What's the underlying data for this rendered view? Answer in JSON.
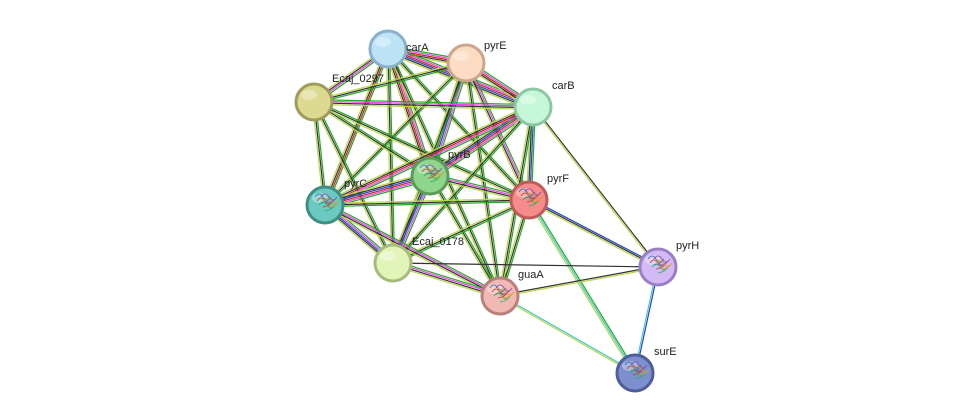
{
  "nodes": [
    {
      "id": "carA",
      "label": "carA",
      "fill": "#bde3f7",
      "stroke": "#8ab2cc",
      "structure": false
    },
    {
      "id": "pyrE",
      "label": "pyrE",
      "fill": "#fcdcc2",
      "stroke": "#caa68c",
      "structure": false
    },
    {
      "id": "Ecaj_0297",
      "label": "Ecaj_0297",
      "fill": "#dcd990",
      "stroke": "#9f9b5a",
      "structure": false
    },
    {
      "id": "carB",
      "label": "carB",
      "fill": "#c5f7d8",
      "stroke": "#8fc6a3",
      "structure": false
    },
    {
      "id": "pyrB",
      "label": "pyrB",
      "fill": "#8fd68c",
      "stroke": "#5b9c58",
      "structure": true
    },
    {
      "id": "pyrF",
      "label": "pyrF",
      "fill": "#f58b8b",
      "stroke": "#c05a5a",
      "structure": true
    },
    {
      "id": "pyrC",
      "label": "pyrC",
      "fill": "#6cc9c0",
      "stroke": "#3e8e86",
      "structure": true
    },
    {
      "id": "Ecaj_0178",
      "label": "Ecaj_0178",
      "fill": "#e2f5b8",
      "stroke": "#a6bc7a",
      "structure": false
    },
    {
      "id": "guaA",
      "label": "guaA",
      "fill": "#f1b9b4",
      "stroke": "#b9807a",
      "structure": true
    },
    {
      "id": "pyrH",
      "label": "pyrH",
      "fill": "#d4baf5",
      "stroke": "#9b7fc4",
      "structure": true
    },
    {
      "id": "surE",
      "label": "surE",
      "fill": "#7e8fd0",
      "stroke": "#4f5d99",
      "structure": true
    }
  ],
  "edges": [
    {
      "a": "carA",
      "b": "pyrE",
      "colors": [
        "#22aa22",
        "#ee44ee",
        "#cc2222",
        "#333333",
        "#b8d84a"
      ]
    },
    {
      "a": "carA",
      "b": "Ecaj_0297",
      "colors": [
        "#22aa22",
        "#ee44ee",
        "#333333",
        "#b8d84a"
      ]
    },
    {
      "a": "carA",
      "b": "carB",
      "colors": [
        "#22aa22",
        "#ee44ee",
        "#cc2222",
        "#2244cc",
        "#333333",
        "#b8d84a"
      ]
    },
    {
      "a": "carA",
      "b": "pyrB",
      "colors": [
        "#22aa22",
        "#ee44ee",
        "#cc2222",
        "#333333",
        "#b8d84a"
      ]
    },
    {
      "a": "carA",
      "b": "pyrF",
      "colors": [
        "#22aa22",
        "#333333",
        "#b8d84a"
      ]
    },
    {
      "a": "carA",
      "b": "pyrC",
      "colors": [
        "#22aa22",
        "#cc2222",
        "#333333",
        "#b8d84a"
      ]
    },
    {
      "a": "carA",
      "b": "Ecaj_0178",
      "colors": [
        "#22aa22",
        "#333333",
        "#b8d84a"
      ]
    },
    {
      "a": "carA",
      "b": "guaA",
      "colors": [
        "#22aa22",
        "#333333",
        "#b8d84a"
      ]
    },
    {
      "a": "pyrE",
      "b": "Ecaj_0297",
      "colors": [
        "#22aa22",
        "#333333",
        "#b8d84a"
      ]
    },
    {
      "a": "pyrE",
      "b": "carB",
      "colors": [
        "#22aa22",
        "#ee44ee",
        "#cc2222",
        "#333333",
        "#b8d84a"
      ]
    },
    {
      "a": "pyrE",
      "b": "pyrB",
      "colors": [
        "#22aa22",
        "#ee44ee",
        "#2244cc",
        "#333333",
        "#b8d84a"
      ]
    },
    {
      "a": "pyrE",
      "b": "pyrF",
      "colors": [
        "#22aa22",
        "#ee44ee",
        "#333333",
        "#b8d84a"
      ]
    },
    {
      "a": "pyrE",
      "b": "pyrC",
      "colors": [
        "#22aa22",
        "#333333",
        "#b8d84a"
      ]
    },
    {
      "a": "pyrE",
      "b": "Ecaj_0178",
      "colors": [
        "#22aa22",
        "#333333",
        "#b8d84a"
      ]
    },
    {
      "a": "pyrE",
      "b": "guaA",
      "colors": [
        "#22aa22",
        "#333333",
        "#b8d84a"
      ]
    },
    {
      "a": "Ecaj_0297",
      "b": "carB",
      "colors": [
        "#22aa22",
        "#ee44ee",
        "#333333",
        "#b8d84a"
      ]
    },
    {
      "a": "Ecaj_0297",
      "b": "pyrB",
      "colors": [
        "#22aa22",
        "#333333",
        "#b8d84a"
      ]
    },
    {
      "a": "Ecaj_0297",
      "b": "pyrF",
      "colors": [
        "#22aa22",
        "#333333",
        "#b8d84a"
      ]
    },
    {
      "a": "Ecaj_0297",
      "b": "pyrC",
      "colors": [
        "#22aa22",
        "#333333",
        "#b8d84a"
      ]
    },
    {
      "a": "Ecaj_0297",
      "b": "Ecaj_0178",
      "colors": [
        "#22aa22",
        "#333333",
        "#b8d84a"
      ]
    },
    {
      "a": "carB",
      "b": "pyrB",
      "colors": [
        "#22aa22",
        "#ee44ee",
        "#cc2222",
        "#2244cc",
        "#333333",
        "#b8d84a"
      ]
    },
    {
      "a": "carB",
      "b": "pyrF",
      "colors": [
        "#22aa22",
        "#2244cc",
        "#333333",
        "#b8d84a"
      ]
    },
    {
      "a": "carB",
      "b": "pyrC",
      "colors": [
        "#22aa22",
        "#ee44ee",
        "#cc2222",
        "#333333",
        "#b8d84a"
      ]
    },
    {
      "a": "carB",
      "b": "Ecaj_0178",
      "colors": [
        "#22aa22",
        "#333333",
        "#b8d84a"
      ]
    },
    {
      "a": "carB",
      "b": "guaA",
      "colors": [
        "#22aa22",
        "#333333",
        "#b8d84a"
      ]
    },
    {
      "a": "carB",
      "b": "pyrH",
      "colors": [
        "#333333",
        "#b8d84a"
      ]
    },
    {
      "a": "pyrB",
      "b": "pyrF",
      "colors": [
        "#22aa22",
        "#ee44ee",
        "#333333",
        "#b8d84a"
      ]
    },
    {
      "a": "pyrB",
      "b": "pyrC",
      "colors": [
        "#22aa22",
        "#ee44ee",
        "#cc2222",
        "#2244cc",
        "#333333",
        "#b8d84a"
      ]
    },
    {
      "a": "pyrB",
      "b": "Ecaj_0178",
      "colors": [
        "#22aa22",
        "#ee44ee",
        "#2244cc",
        "#333333",
        "#b8d84a"
      ]
    },
    {
      "a": "pyrB",
      "b": "guaA",
      "colors": [
        "#22aa22",
        "#333333",
        "#b8d84a"
      ]
    },
    {
      "a": "pyrF",
      "b": "pyrC",
      "colors": [
        "#22aa22",
        "#333333",
        "#b8d84a"
      ]
    },
    {
      "a": "pyrF",
      "b": "Ecaj_0178",
      "colors": [
        "#22aa22",
        "#333333",
        "#b8d84a"
      ]
    },
    {
      "a": "pyrF",
      "b": "guaA",
      "colors": [
        "#22aa22",
        "#333333",
        "#b8d84a"
      ]
    },
    {
      "a": "pyrF",
      "b": "pyrH",
      "colors": [
        "#2244cc",
        "#333333",
        "#b8d84a"
      ]
    },
    {
      "a": "pyrF",
      "b": "surE",
      "colors": [
        "#22aa22",
        "#44c8d8",
        "#b8d84a"
      ]
    },
    {
      "a": "pyrC",
      "b": "Ecaj_0178",
      "colors": [
        "#22aa22",
        "#ee44ee",
        "#2244cc",
        "#333333",
        "#b8d84a"
      ]
    },
    {
      "a": "pyrC",
      "b": "guaA",
      "colors": [
        "#22aa22",
        "#ee44ee",
        "#333333",
        "#b8d84a"
      ]
    },
    {
      "a": "Ecaj_0178",
      "b": "guaA",
      "colors": [
        "#22aa22",
        "#ee44ee",
        "#333333",
        "#b8d84a"
      ]
    },
    {
      "a": "Ecaj_0178",
      "b": "pyrH",
      "colors": [
        "#333333"
      ]
    },
    {
      "a": "guaA",
      "b": "pyrH",
      "colors": [
        "#333333",
        "#b8d84a"
      ]
    },
    {
      "a": "guaA",
      "b": "surE",
      "colors": [
        "#44c8d8",
        "#b8d84a"
      ]
    },
    {
      "a": "pyrH",
      "b": "surE",
      "colors": [
        "#2244cc",
        "#44c8d8"
      ]
    }
  ]
}
